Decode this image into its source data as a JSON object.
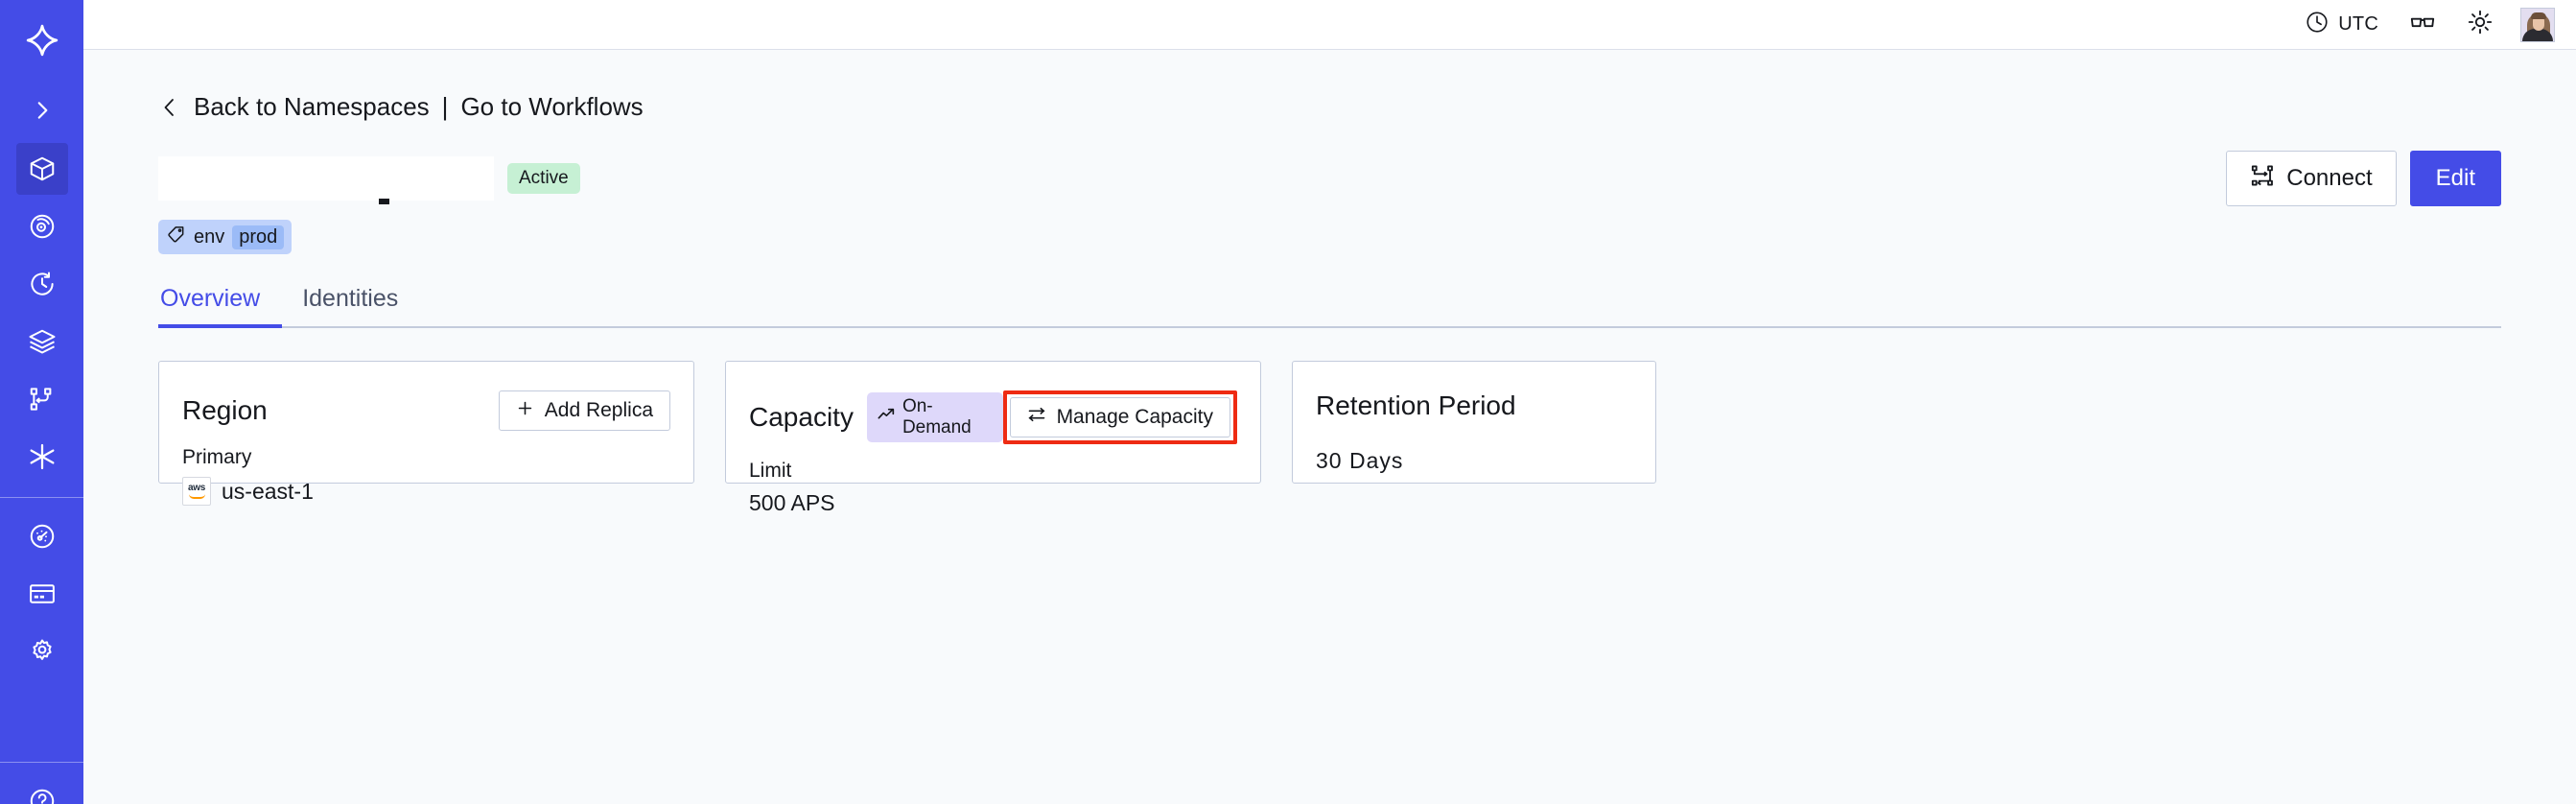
{
  "sidebar": {
    "logo_icon": "temporal-star-logo",
    "expand_icon": "chevron-right-icon",
    "primary_items": [
      {
        "icon": "cube-icon",
        "name": "namespaces",
        "active": true
      },
      {
        "icon": "eye-spiral-icon",
        "name": "observability",
        "active": false
      },
      {
        "icon": "clock-history-icon",
        "name": "history",
        "active": false
      },
      {
        "icon": "layers-icon",
        "name": "layers",
        "active": false
      },
      {
        "icon": "git-branch-icon",
        "name": "workflows",
        "active": false
      },
      {
        "icon": "asterisk-icon",
        "name": "nexus",
        "active": false
      }
    ],
    "secondary_items": [
      {
        "icon": "gauge-icon",
        "name": "usage",
        "active": false
      },
      {
        "icon": "credit-card-icon",
        "name": "billing",
        "active": false
      },
      {
        "icon": "gear-icon",
        "name": "settings",
        "active": false
      }
    ]
  },
  "topbar": {
    "timezone_icon": "clock-icon",
    "timezone_label": "UTC",
    "glasses_icon": "glasses-icon",
    "theme_icon": "sun-icon",
    "avatar_name": "user-avatar"
  },
  "breadcrumb": {
    "back_icon": "chevron-left-icon",
    "back_label": "Back to Namespaces",
    "separator": "|",
    "forward_label": "Go to Workflows"
  },
  "header": {
    "namespace_title": "",
    "status_badge": "Active",
    "connect_label": "Connect",
    "connect_icon": "connection-nodes-icon",
    "edit_label": "Edit"
  },
  "tags": [
    {
      "icon": "tag-icon",
      "key": "env",
      "value": "prod"
    }
  ],
  "tabs": [
    {
      "label": "Overview",
      "active": true
    },
    {
      "label": "Identities",
      "active": false
    }
  ],
  "cards": {
    "region": {
      "title": "Region",
      "action_label": "Add Replica",
      "action_icon": "plus-icon",
      "sub_label": "Primary",
      "provider_icon": "aws-logo",
      "provider_text": "aws",
      "value": "us-east-1"
    },
    "capacity": {
      "title": "Capacity",
      "badge_label": "On-Demand",
      "badge_icon": "trending-up-icon",
      "action_label": "Manage Capacity",
      "action_icon": "sliders-icon",
      "action_highlighted": true,
      "sub_label": "Limit",
      "value": "500 APS"
    },
    "retention": {
      "title": "Retention Period",
      "value": "30 Days"
    }
  },
  "colors": {
    "brand_indigo": "#444ce7",
    "sidebar_active": "#3a40c9",
    "page_bg": "#f8fafc",
    "card_border": "#c3cbdc",
    "badge_active_bg": "#c6f0d4",
    "badge_ondemand_bg": "#ded8fa",
    "tag_bg": "#bfd2fb",
    "tag_value_bg": "#9bbbf7",
    "annotation_red": "#ee2b13"
  }
}
